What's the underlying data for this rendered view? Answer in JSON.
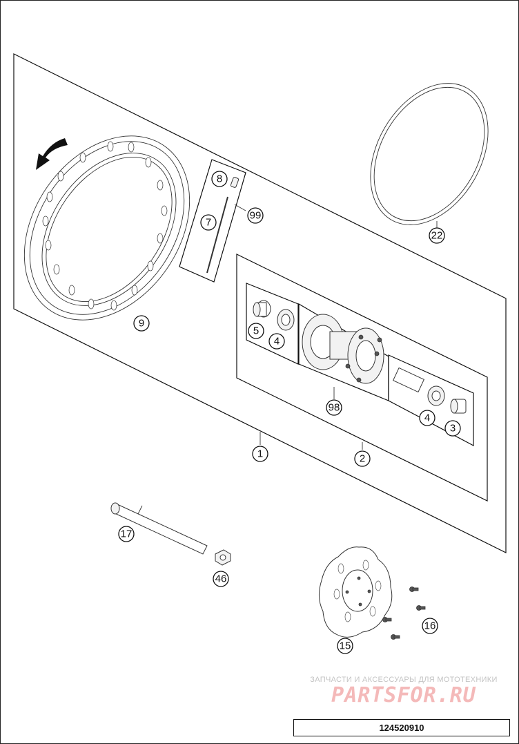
{
  "callouts": {
    "c1": "1",
    "c2": "2",
    "c3": "3",
    "c4a": "4",
    "c4b": "4",
    "c5": "5",
    "c7": "7",
    "c8": "8",
    "c9": "9",
    "c15": "15",
    "c16": "16",
    "c17": "17",
    "c22": "22",
    "c46": "46",
    "c98": "98",
    "c99": "99"
  },
  "watermark": {
    "tagline": "ЗАПЧАСТИ И АКСЕССУАРЫ ДЛЯ МОТОТЕХНИКИ",
    "logo": "PARTSFOR.RU"
  },
  "diagram_code": "124520910"
}
